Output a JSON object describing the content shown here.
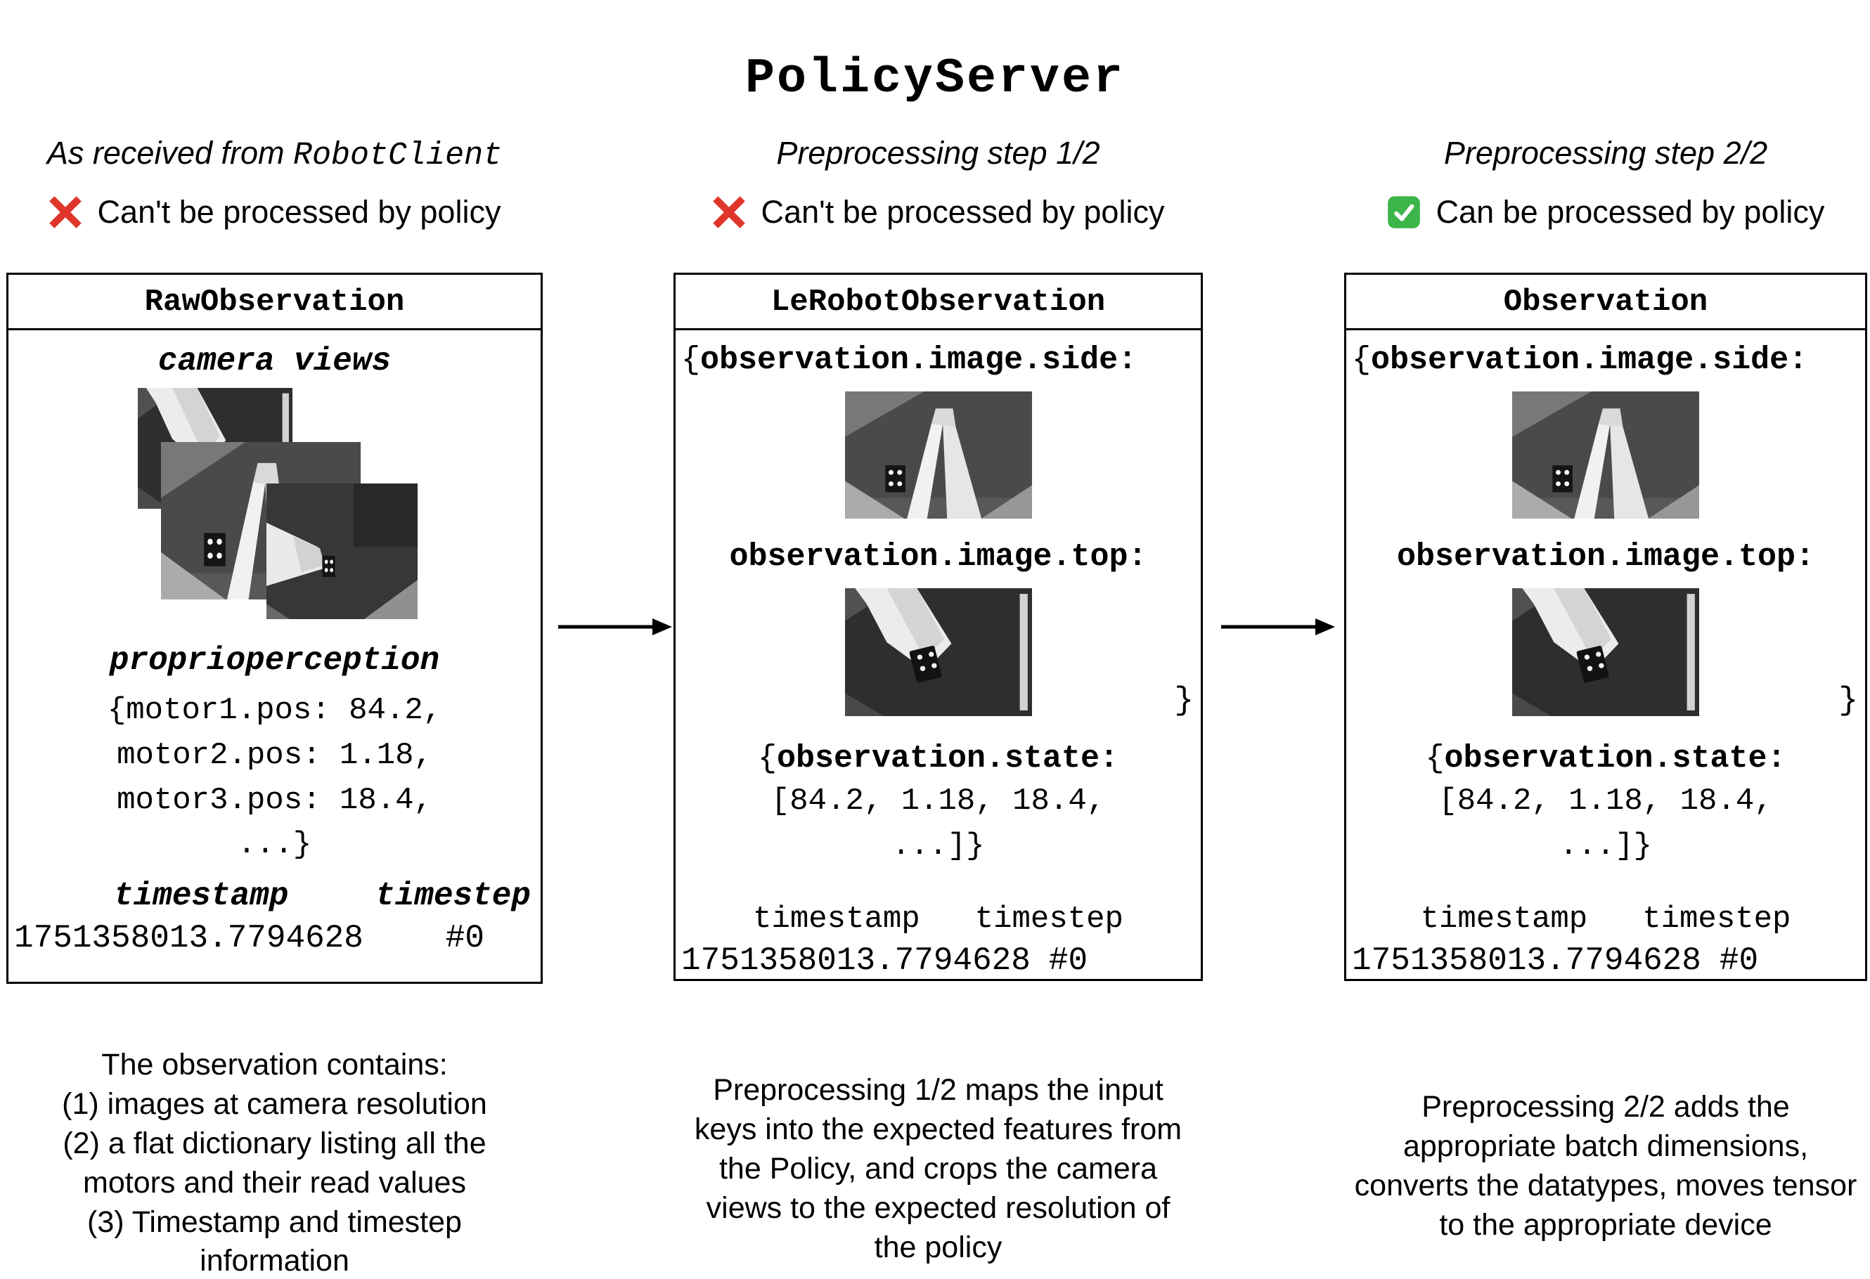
{
  "title": "PolicyServer",
  "colors": {
    "error_red": "#e0352b",
    "ok_green": "#3cb54a",
    "box_border": "#000000"
  },
  "icons": {
    "error": "red-x-icon",
    "ok": "green-check-icon",
    "arrow": "arrow-right-icon"
  },
  "columns": [
    {
      "header": {
        "prefix": "As received from ",
        "code": "RobotClient"
      },
      "status": {
        "icon": "red-x-icon",
        "label": "Can't be processed by policy"
      },
      "box": {
        "title": "RawObservation",
        "camera_views_label": "camera views",
        "proprioperception_label": "proprioperception",
        "motor_lines": [
          "{motor1.pos: 84.2,",
          "motor2.pos: 1.18,",
          "motor3.pos: 18.4,",
          "...}"
        ],
        "timestamp_label": "timestamp",
        "timestep_label": "timestep",
        "timestamp_value": "1751358013.7794628",
        "timestep_value": "#0"
      },
      "caption": "The observation contains:\n(1) images at camera resolution\n(2) a flat dictionary listing all the\nmotors and their read values\n(3) Timestamp and timestep\ninformation"
    },
    {
      "header": {
        "prefix": "Preprocessing step 1/2",
        "code": ""
      },
      "status": {
        "icon": "red-x-icon",
        "label": "Can't be processed by policy"
      },
      "box": {
        "title": "LeRobotObservation",
        "open_brace": "{",
        "close_brace": "}",
        "image_side_key": "observation.image.side:",
        "image_top_key": "observation.image.top:",
        "state_key": "observation.state:",
        "state_lines": [
          "[84.2, 1.18, 18.4,",
          "...]}"
        ],
        "timestamp_label": "timestamp",
        "timestep_label": "timestep",
        "timestamp_value": "1751358013.7794628",
        "timestep_value": "#0"
      },
      "caption": "Preprocessing 1/2 maps the input\nkeys into the expected features from\nthe Policy, and crops the camera\nviews to the expected resolution of\nthe policy"
    },
    {
      "header": {
        "prefix": "Preprocessing step 2/2",
        "code": ""
      },
      "status": {
        "icon": "green-check-icon",
        "label": "Can be processed by policy"
      },
      "box": {
        "title": "Observation",
        "open_brace": "{",
        "close_brace": "}",
        "image_side_key": "observation.image.side:",
        "image_top_key": "observation.image.top:",
        "state_key": "observation.state:",
        "state_lines": [
          "[84.2, 1.18, 18.4,",
          "...]}"
        ],
        "timestamp_label": "timestamp",
        "timestep_label": "timestep",
        "timestamp_value": "1751358013.7794628",
        "timestep_value": "#0"
      },
      "caption": "Preprocessing 2/2 adds the\nappropriate batch dimensions,\nconverts the datatypes, moves tensor\nto the appropriate device"
    }
  ]
}
